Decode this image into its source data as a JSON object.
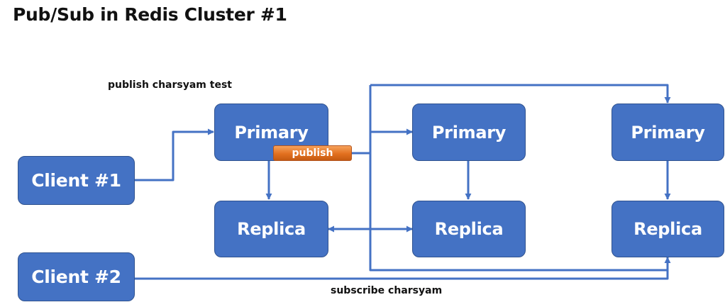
{
  "title": "Pub/Sub in Redis Cluster #1",
  "captions": {
    "publish_command": "publish charsyam test",
    "subscribe_command": "subscribe charsyam"
  },
  "badge": {
    "label": "publish",
    "color": "#e2701f"
  },
  "clients": [
    {
      "label": "Client #1"
    },
    {
      "label": "Client #2"
    }
  ],
  "shards": [
    {
      "primary": "Primary",
      "replica": "Replica"
    },
    {
      "primary": "Primary",
      "replica": "Replica"
    },
    {
      "primary": "Primary",
      "replica": "Replica"
    }
  ],
  "colors": {
    "node_fill": "#4472c4",
    "node_border": "#2f528f",
    "connector": "#4472c4"
  }
}
